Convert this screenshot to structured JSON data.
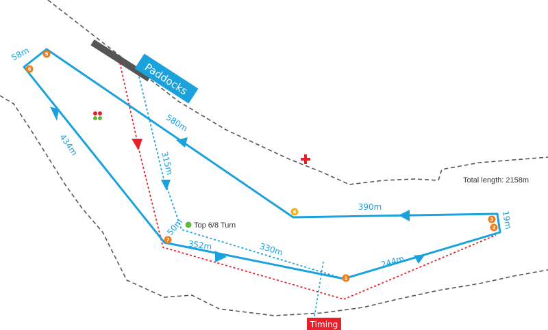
{
  "colors": {
    "track": "#1ba1dc",
    "red_route": "#e8202a",
    "boundary": "#555555",
    "marker_orange": "#ef7d1a",
    "marker_yellow": "#f6b21b",
    "turn_green": "#5fb73b",
    "paddock_bar": "#555555",
    "label_box_blue": "#1ba1dc",
    "label_box_red": "#e8202a",
    "cross": "#e8202a"
  },
  "labels": {
    "paddocks": "Paddocks",
    "timing": "Timing",
    "total_length": "Total length:  2158m",
    "top_turn": "Top 6/8 Turn"
  },
  "segments": {
    "seg_58": "58m",
    "seg_434": "434m",
    "seg_580": "580m",
    "seg_315": "315m",
    "seg_390": "390m",
    "seg_19": "19m",
    "seg_50": "50m",
    "seg_352": "352m",
    "seg_330": "330m",
    "seg_244": "244m"
  },
  "markers": {
    "m1": "1",
    "m2": "2",
    "m3": "3",
    "m4": "4",
    "m5": "5",
    "m6": "6",
    "m7": "7"
  }
}
